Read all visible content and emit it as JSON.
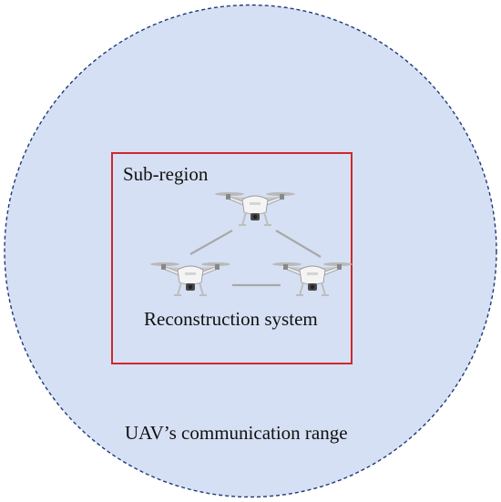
{
  "diagram": {
    "range_label": "UAV’s communication range",
    "subregion_label": "Sub-region",
    "system_label": "Reconstruction system",
    "drones": [
      {
        "id": "top",
        "icon": "drone-icon"
      },
      {
        "id": "left",
        "icon": "drone-icon"
      },
      {
        "id": "right",
        "icon": "drone-icon"
      }
    ],
    "links": [
      [
        "top",
        "left"
      ],
      [
        "top",
        "right"
      ],
      [
        "left",
        "right"
      ]
    ],
    "colors": {
      "range_fill": "#d6e0f4",
      "range_border": "#1f3a7a",
      "subregion_border": "#cc2a2a",
      "link": "#a8a8a8",
      "drone_body": "#f2f2f2",
      "drone_dark": "#555555"
    }
  }
}
